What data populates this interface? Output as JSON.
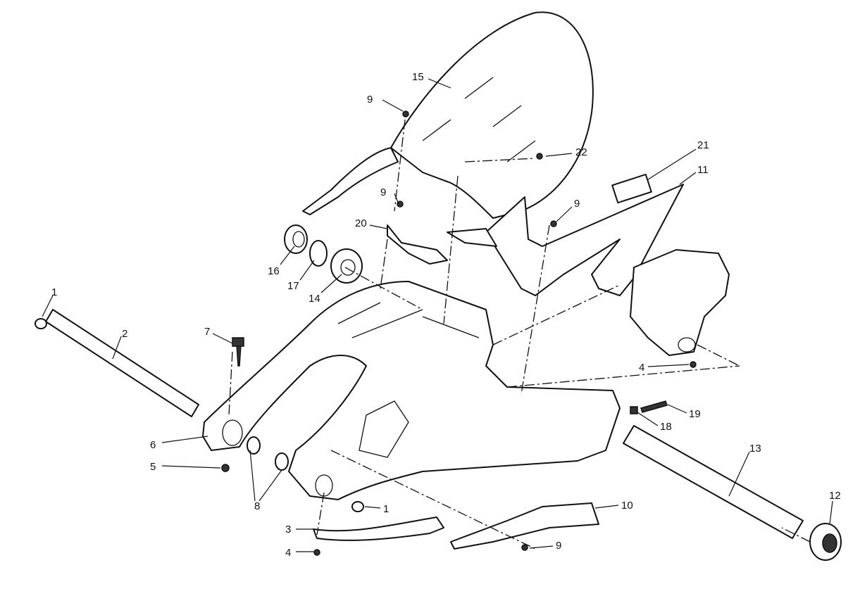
{
  "diagram": {
    "title": "Swingarm exploded parts diagram",
    "callouts": [
      {
        "id": "c15",
        "text": "15"
      },
      {
        "id": "c9a",
        "text": "9"
      },
      {
        "id": "c22",
        "text": "22"
      },
      {
        "id": "c21",
        "text": "21"
      },
      {
        "id": "c11",
        "text": "11"
      },
      {
        "id": "c9b",
        "text": "9"
      },
      {
        "id": "c20",
        "text": "20"
      },
      {
        "id": "c9c",
        "text": "9"
      },
      {
        "id": "c16",
        "text": "16"
      },
      {
        "id": "c17",
        "text": "17"
      },
      {
        "id": "c14",
        "text": "14"
      },
      {
        "id": "c1a",
        "text": "1"
      },
      {
        "id": "c2",
        "text": "2"
      },
      {
        "id": "c7",
        "text": "7"
      },
      {
        "id": "c4a",
        "text": "4"
      },
      {
        "id": "c19",
        "text": "19"
      },
      {
        "id": "c18",
        "text": "18"
      },
      {
        "id": "c13",
        "text": "13"
      },
      {
        "id": "c12",
        "text": "12"
      },
      {
        "id": "c6",
        "text": "6"
      },
      {
        "id": "c5",
        "text": "5"
      },
      {
        "id": "c8",
        "text": "8"
      },
      {
        "id": "c1b",
        "text": "1"
      },
      {
        "id": "c10",
        "text": "10"
      },
      {
        "id": "c3",
        "text": "3"
      },
      {
        "id": "c4b",
        "text": "4"
      },
      {
        "id": "c9d",
        "text": "9"
      }
    ]
  }
}
